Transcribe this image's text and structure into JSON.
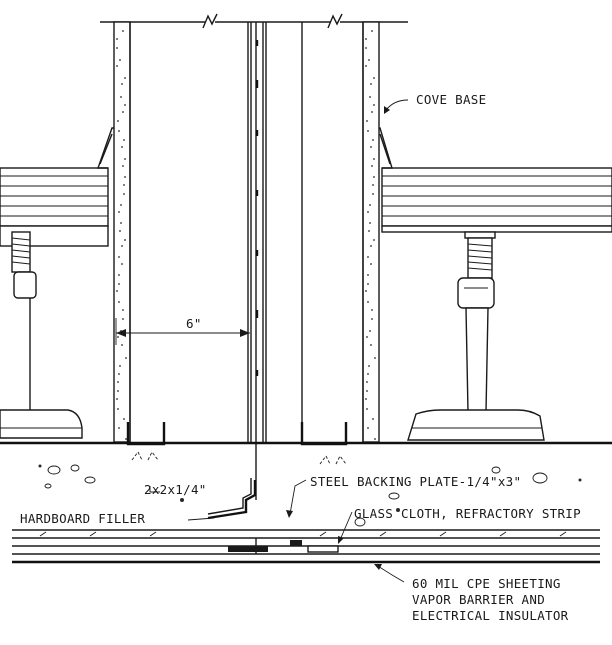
{
  "labels": {
    "cove_base": "COVE BASE",
    "dimension_6": "6\"",
    "angle": "2x2x1/4\"",
    "steel_plate": "STEEL BACKING PLATE-1/4\"x3\"",
    "hardboard": "HARDBOARD FILLER",
    "glass_cloth": "GLASS CLOTH, REFRACTORY STRIP",
    "cpe_line1": "60 MIL CPE SHEETING",
    "cpe_line2": "VAPOR BARRIER AND",
    "cpe_line3": "ELECTRICAL INSULATOR"
  },
  "colors": {
    "ink": "#1a1a1a",
    "paper": "#ffffff"
  }
}
